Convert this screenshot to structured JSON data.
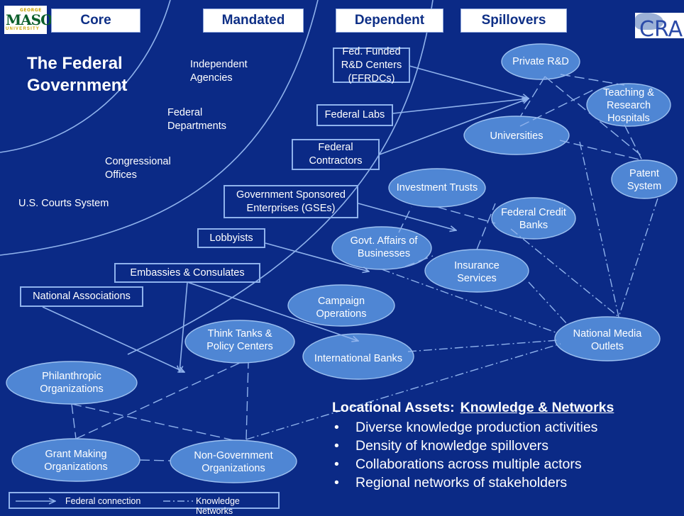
{
  "tabs": [
    "Core",
    "Mandated",
    "Dependent",
    "Spillovers"
  ],
  "logos": {
    "left_brand": "GEORGE MASON UNIVERSITY",
    "right_brand": "CRA"
  },
  "title": "The Federal Government",
  "core_labels": {
    "independent": "Independent Agencies",
    "departments": "Federal Departments",
    "congress": "Congressional Offices",
    "courts": "U.S. Courts System"
  },
  "boxes": {
    "ffrdc": "Fed. Funded R&D Centers (FFRDCs)",
    "labs": "Federal Labs",
    "contractors": "Federal Contractors",
    "gse": "Government Sponsored Enterprises (GSEs)",
    "lobbyists": "Lobbyists",
    "embassies": "Embassies & Consulates",
    "associations": "National Associations"
  },
  "ovals": {
    "private_rd": "Private R&D",
    "teaching": "Teaching & Research Hospitals",
    "universities": "Universities",
    "patent": "Patent System",
    "investment": "Investment Trusts",
    "credit": "Federal Credit Banks",
    "govt_affairs": "Govt. Affairs of Businesses",
    "insurance": "Insurance Services",
    "campaign": "Campaign Operations",
    "media": "National Media Outlets",
    "think_tanks": "Think Tanks & Policy Centers",
    "intl_banks": "International Banks",
    "philanthropic": "Philanthropic Organizations",
    "grant": "Grant Making Organizations",
    "ngo": "Non-Government Organizations"
  },
  "assets": {
    "heading": "Locational Assets:",
    "heading_underlined": "Knowledge & Networks",
    "bullets": [
      "Diverse knowledge production activities",
      "Density of knowledge spillovers",
      "Collaborations across multiple actors",
      "Regional networks of stakeholders"
    ]
  },
  "legend": {
    "federal": "Federal connection",
    "knowledge": "Knowledge Networks"
  },
  "colors": {
    "background": "#0b2a86",
    "node_fill": "#4f86d4",
    "line": "#8fb2ec",
    "tab_text": "#0e2f86"
  }
}
